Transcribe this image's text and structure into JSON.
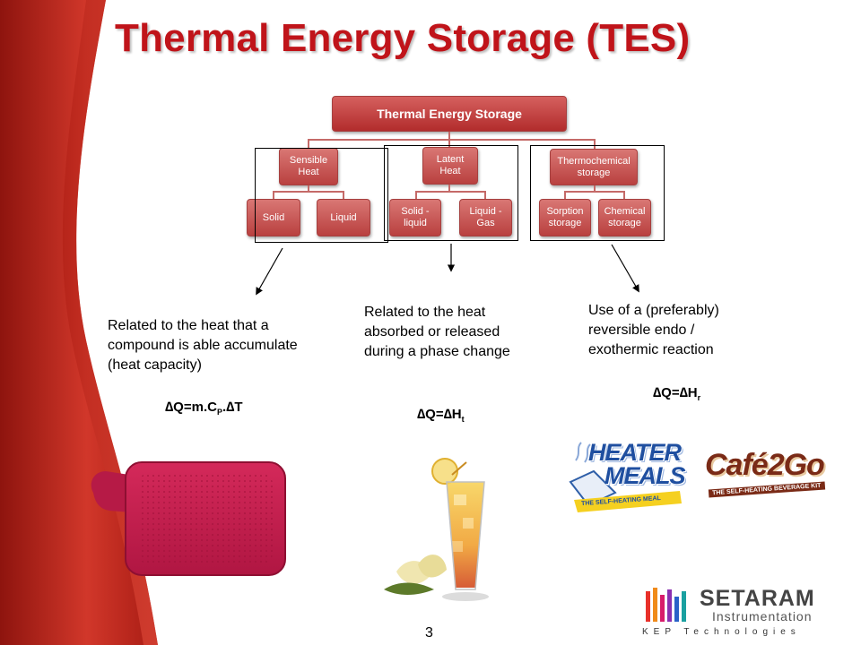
{
  "slide": {
    "title": "Thermal Energy Storage (TES)",
    "page_number": "3"
  },
  "diagram": {
    "root": "Thermal Energy Storage",
    "categories": [
      {
        "label": "Sensible Heat",
        "children": [
          "Solid",
          "Liquid"
        ]
      },
      {
        "label": "Latent Heat",
        "children": [
          "Solid - liquid",
          "Liquid - Gas"
        ]
      },
      {
        "label": "Thermochemical storage",
        "children": [
          "Sorption storage",
          "Chemical storage"
        ]
      }
    ]
  },
  "descriptions": [
    {
      "text": "Related to the heat that a compound is able accumulate (heat capacity)",
      "formula_main": "∆Q=m.C",
      "formula_sub": "P",
      "formula_tail": ".∆T"
    },
    {
      "text": "Related to the heat absorbed or released during a phase change",
      "formula_main": "∆Q=∆H",
      "formula_sub": "t",
      "formula_tail": ""
    },
    {
      "text": "Use of a (preferably) reversible endo / exothermic reaction",
      "formula_main": "∆Q=∆H",
      "formula_sub": "r",
      "formula_tail": ""
    }
  ],
  "logos": {
    "heater_meals": {
      "line1": "HEATER",
      "line2": "MEALS",
      "tagline": "THE SELF-HEATING MEAL"
    },
    "cafe2go": {
      "name": "Café2Go",
      "tagline": "THE SELF-HEATING BEVERAGE KIT"
    },
    "setaram": {
      "name": "SETARAM",
      "sub": "Instrumentation",
      "group": "KEP Technologies"
    }
  },
  "colors": {
    "title": "#c0141a",
    "node": "#c85a58",
    "ribbon": "#c62a22"
  }
}
